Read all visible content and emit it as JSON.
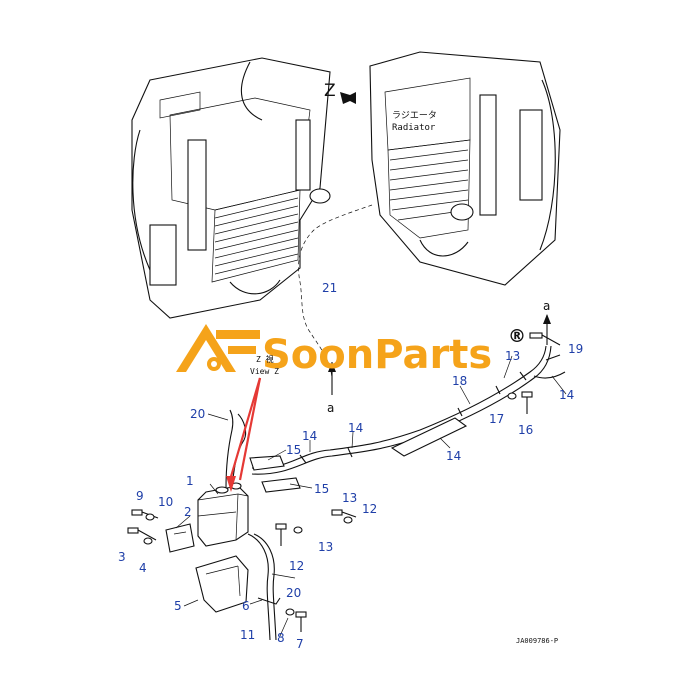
{
  "labels": {
    "radiator_jp": "ラジエータ",
    "radiator_en": "Radiator",
    "z_marker": "Z",
    "view_z_jp": "Z 視",
    "view_z_en": "View Z",
    "arrow_a_top": "a",
    "arrow_a_bottom": "a",
    "drawing_code": "JA009786-P"
  },
  "logo": {
    "text": "SoonParts",
    "registered": "®",
    "brand_color": "#f5a31a",
    "accent_color": "#e53935"
  },
  "callouts": {
    "c1": "1",
    "c2": "2",
    "c3": "3",
    "c4": "4",
    "c5": "5",
    "c6": "6",
    "c7": "7",
    "c8": "8",
    "c9": "9",
    "c10": "10",
    "c11": "11",
    "c12a": "12",
    "c12b": "12",
    "c13a": "13",
    "c13b": "13",
    "c13c": "13",
    "c14a": "14",
    "c14b": "14",
    "c14c": "14",
    "c14d": "14",
    "c15a": "15",
    "c15b": "15",
    "c16": "16",
    "c17": "17",
    "c18": "18",
    "c19": "19",
    "c20a": "20",
    "c20b": "20",
    "c21": "21"
  },
  "colors": {
    "callout": "#1f3fa8",
    "line": "#111111",
    "pointer": "#e53935"
  }
}
